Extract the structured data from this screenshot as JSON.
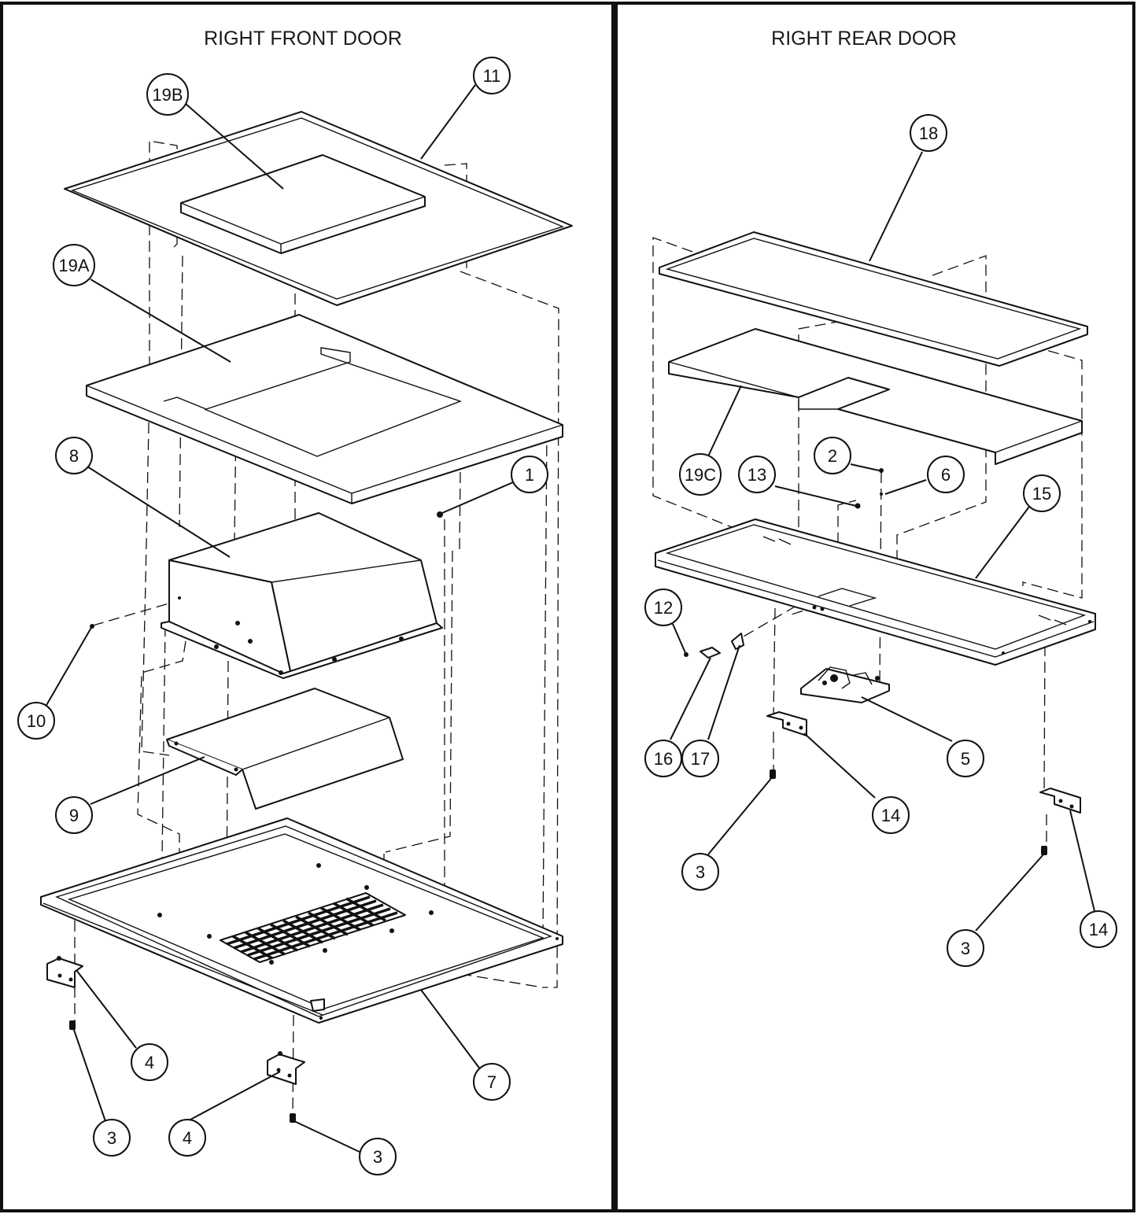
{
  "panels": [
    {
      "id": "front",
      "title": "RIGHT FRONT DOOR"
    },
    {
      "id": "rear",
      "title": "RIGHT REAR DOOR"
    }
  ],
  "callouts": {
    "front": [
      {
        "key": "c-11",
        "label": "11"
      },
      {
        "key": "c-19b",
        "label": "19B"
      },
      {
        "key": "c-19a",
        "label": "19A"
      },
      {
        "key": "c-8",
        "label": "8"
      },
      {
        "key": "c-1",
        "label": "1"
      },
      {
        "key": "c-10",
        "label": "10"
      },
      {
        "key": "c-9",
        "label": "9"
      },
      {
        "key": "c-4a",
        "label": "4"
      },
      {
        "key": "c-3a",
        "label": "3"
      },
      {
        "key": "c-4b",
        "label": "4"
      },
      {
        "key": "c-3b",
        "label": "3"
      },
      {
        "key": "c-7",
        "label": "7"
      }
    ],
    "rear": [
      {
        "key": "c-18",
        "label": "18"
      },
      {
        "key": "c-19c",
        "label": "19C"
      },
      {
        "key": "c-13",
        "label": "13"
      },
      {
        "key": "c-2",
        "label": "2"
      },
      {
        "key": "c-6",
        "label": "6"
      },
      {
        "key": "c-15",
        "label": "15"
      },
      {
        "key": "c-12",
        "label": "12"
      },
      {
        "key": "c-16",
        "label": "16"
      },
      {
        "key": "c-17",
        "label": "17"
      },
      {
        "key": "c-5",
        "label": "5"
      },
      {
        "key": "c-14a",
        "label": "14"
      },
      {
        "key": "c-3c",
        "label": "3"
      },
      {
        "key": "c-3d",
        "label": "3"
      },
      {
        "key": "c-14b",
        "label": "14"
      }
    ]
  }
}
